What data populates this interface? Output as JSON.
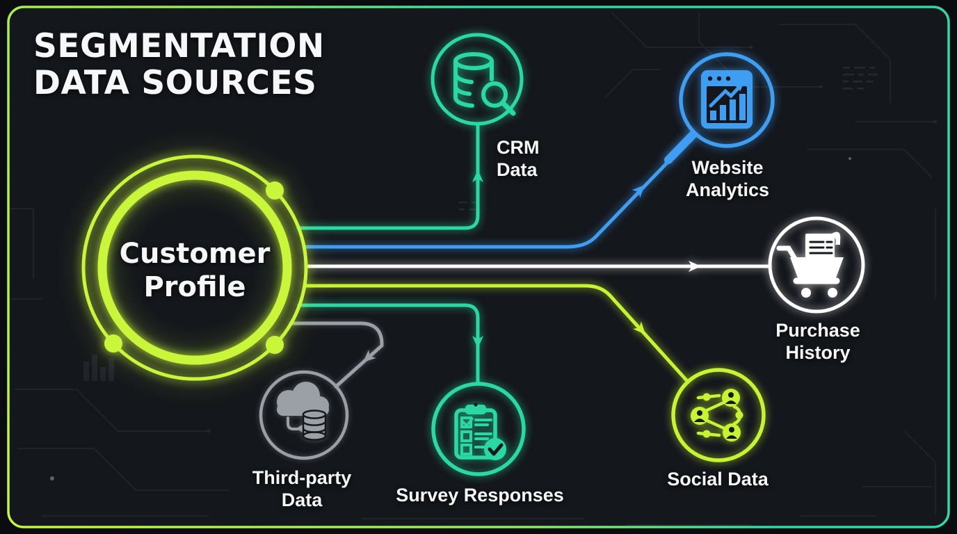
{
  "palette": {
    "background": "#14171c",
    "outer_background": "#0a0c0f",
    "border_gradient_start": "#c9f53b",
    "border_gradient_end": "#2fd9a6",
    "text": "#ffffff",
    "teal": "#2ad8a4",
    "blue": "#3f9df2",
    "lime": "#c6f332",
    "gray": "#9aa0a6",
    "white": "#ffffff"
  },
  "title": {
    "line1": "SEGMENTATION",
    "line2": "DATA SOURCES"
  },
  "center_node": {
    "label": "Customer Profile",
    "lines": [
      "Customer",
      "Profile"
    ],
    "color": "#c9f53b"
  },
  "nodes": [
    {
      "id": "crm-data",
      "label": "CRM Data",
      "lines": [
        "CRM",
        "Data"
      ],
      "icon": "database-search-icon",
      "color": "#2ad8a4"
    },
    {
      "id": "website-analytics",
      "label": "Website Analytics",
      "lines": [
        "Website",
        "Analytics"
      ],
      "icon": "browser-bar-chart-magnifier-icon",
      "color": "#3f9df2"
    },
    {
      "id": "purchase-history",
      "label": "Purchase History",
      "lines": [
        "Purchase",
        "History"
      ],
      "icon": "shopping-cart-receipt-icon",
      "color": "#ffffff"
    },
    {
      "id": "social-data",
      "label": "Social Data",
      "lines": [
        "Social Data"
      ],
      "icon": "people-network-icon",
      "color": "#c6f332"
    },
    {
      "id": "survey-responses",
      "label": "Survey Responses",
      "lines": [
        "Survey Responses"
      ],
      "icon": "clipboard-checklist-icon",
      "color": "#2ad8a4"
    },
    {
      "id": "third-party-data",
      "label": "Third-party Data",
      "lines": [
        "Third-party",
        "Data"
      ],
      "icon": "cloud-database-icon",
      "color": "#9aa0a6"
    }
  ]
}
